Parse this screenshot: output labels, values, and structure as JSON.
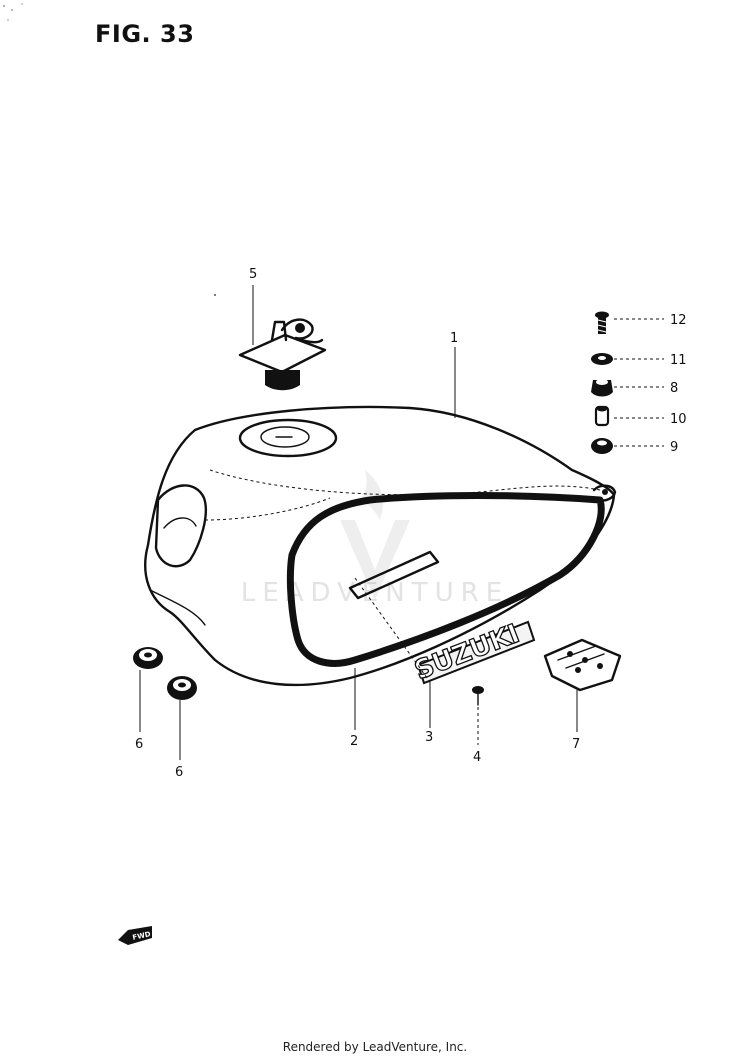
{
  "figure": {
    "title": "FIG. 33"
  },
  "callouts": {
    "c1": "1",
    "c2": "2",
    "c3": "3",
    "c4": "4",
    "c5": "5",
    "c6a": "6",
    "c6b": "6",
    "c7": "7",
    "c8": "8",
    "c9": "9",
    "c10": "10",
    "c11": "11",
    "c12": "12"
  },
  "emblem_text": "SUZUKI",
  "direction_text": "FWD",
  "watermark": "LEADVENTURE",
  "footer": "Rendered by LeadVenture, Inc."
}
